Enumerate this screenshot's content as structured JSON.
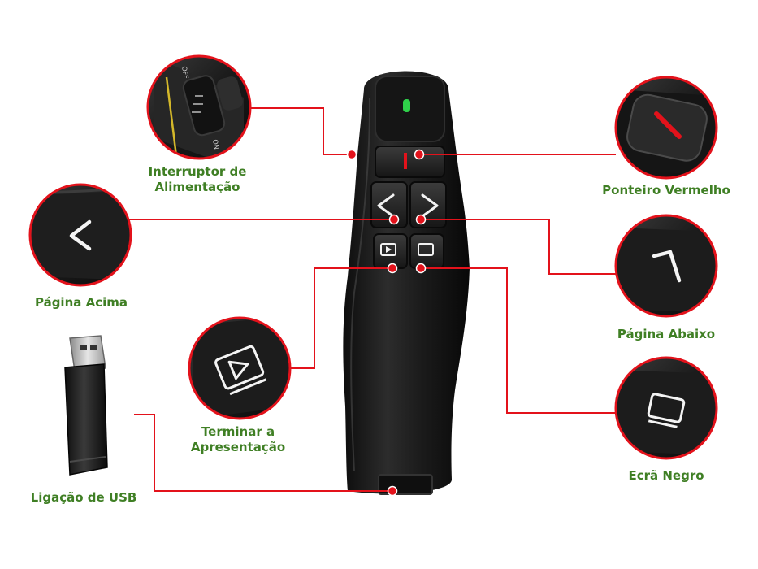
{
  "labels": {
    "power_switch": [
      "Interruptor de",
      "Alimentação"
    ],
    "page_up": "Página Acima",
    "end_presentation": [
      "Terminar a",
      "Apresentação"
    ],
    "usb_connection": "Ligação de USB",
    "red_pointer": "Ponteiro Vermelho",
    "page_down": "Página Abaixo",
    "black_screen": "Ecrã Negro"
  },
  "switch_marks": {
    "off": "OFF",
    "on": "ON"
  },
  "colors": {
    "label_text": "#3f7f24",
    "callout_line": "#e3121b",
    "device_body": "#1b1b1b",
    "led": "#2fd14a",
    "laser": "#e3121b"
  },
  "icons": {
    "power": "power-switch-icon",
    "page_up": "chevron-left-icon",
    "page_down": "chevron-right-icon",
    "play": "play-icon",
    "screen": "screen-icon",
    "laser": "laser-icon",
    "usb": "usb-receiver-icon"
  }
}
